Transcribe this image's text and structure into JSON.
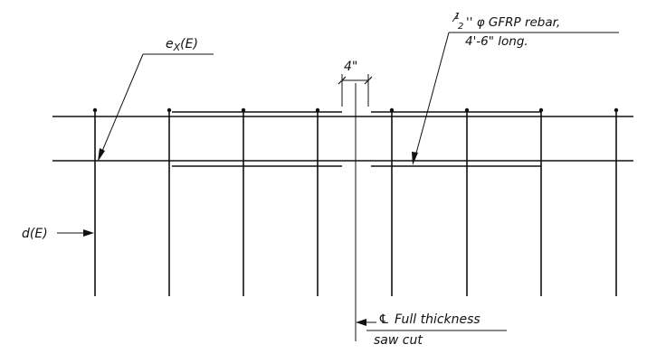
{
  "labels": {
    "rebar_line1": "1/2\" φ GFRP rebar,",
    "rebar_line2": "4'-6\" long.",
    "ex": "eX(E)",
    "spacing": "4\"",
    "d": "d(E)",
    "cut_line1": "Full thickness",
    "cut_line2": "saw cut",
    "centerline_symbol": "℄"
  }
}
